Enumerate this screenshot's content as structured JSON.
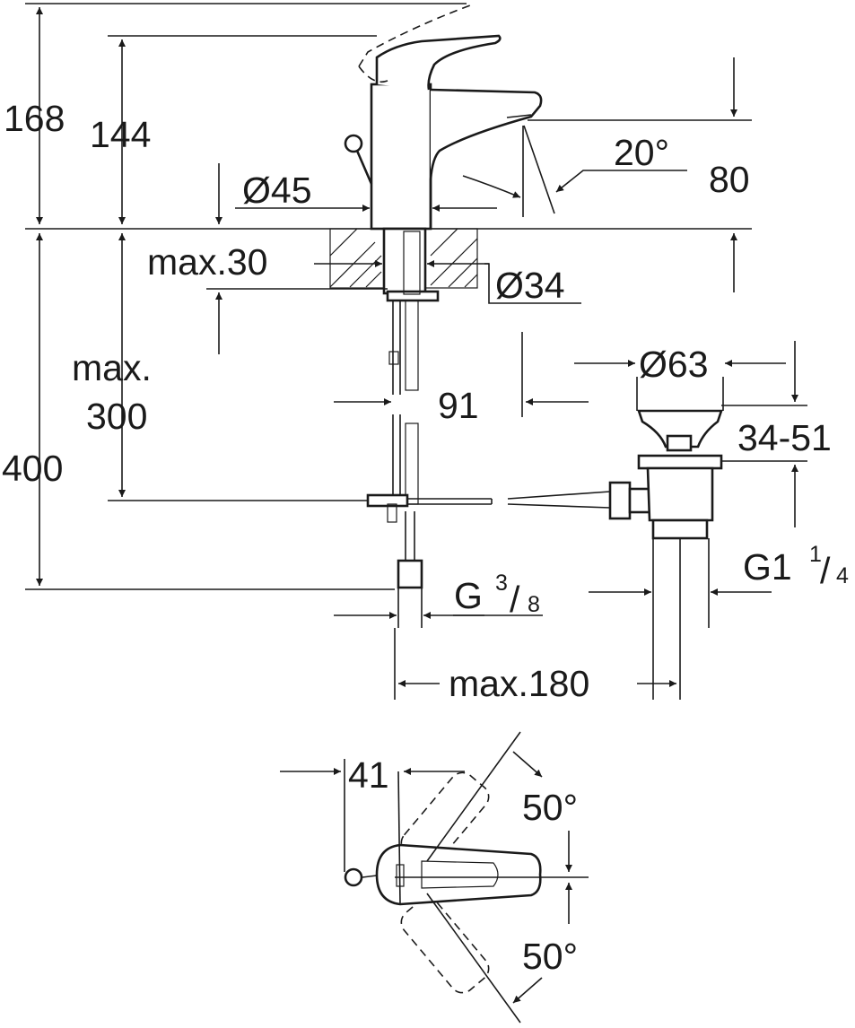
{
  "dimensions": {
    "total_height": "168",
    "spout_height": "144",
    "body_diameter": "Ø45",
    "spray_angle": "20°",
    "spout_clearance": "80",
    "max_deck_thickness": "max.30",
    "hole_diameter": "Ø34",
    "hose_length_line1": "max.",
    "hose_length_line2": "300",
    "pipe_clearance": "91",
    "waste_diameter": "Ø63",
    "waste_range": "34-51",
    "overall_depth": "400",
    "inlet_thread_main": "G",
    "inlet_thread_num": "3",
    "inlet_thread_den": "8",
    "waste_thread_main": "G1",
    "waste_thread_num": "1",
    "waste_thread_den": "4",
    "max_distance": "max.180",
    "handle_offset": "41",
    "rotation_up": "50°",
    "rotation_down": "50°"
  }
}
